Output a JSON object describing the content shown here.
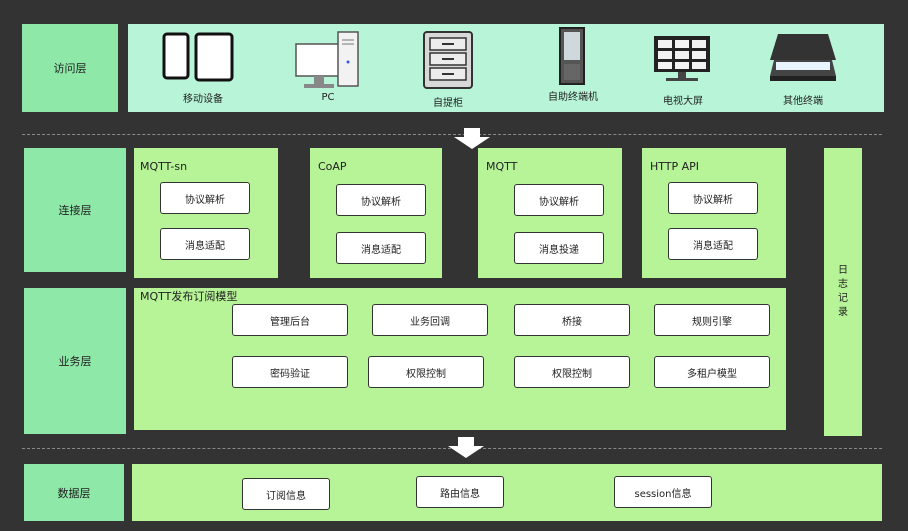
{
  "layers": {
    "access": "访问层",
    "connect": "连接层",
    "business": "业务层",
    "data": "数据层"
  },
  "devices": [
    {
      "label": "移动设备",
      "icon": "mobile-devices-icon"
    },
    {
      "label": "PC",
      "icon": "pc-icon"
    },
    {
      "label": "自提柜",
      "icon": "locker-cabinet-icon"
    },
    {
      "label": "自助终端机",
      "icon": "kiosk-terminal-icon"
    },
    {
      "label": "电视大屏",
      "icon": "tv-screen-icon"
    },
    {
      "label": "其他终端",
      "icon": "other-terminal-icon"
    }
  ],
  "protocols": [
    {
      "title": "MQTT-sn",
      "items": [
        "协议解析",
        "消息适配"
      ]
    },
    {
      "title": "CoAP",
      "items": [
        "协议解析",
        "消息适配"
      ]
    },
    {
      "title": "MQTT",
      "items": [
        "协议解析",
        "消息投递"
      ]
    },
    {
      "title": "HTTP API",
      "items": [
        "协议解析",
        "消息适配"
      ]
    }
  ],
  "business": {
    "title": "MQTT发布订阅模型",
    "row1": [
      "管理后台",
      "业务回调",
      "桥接",
      "规则引擎"
    ],
    "row2": [
      "密码验证",
      "权限控制",
      "权限控制",
      "多租户模型"
    ]
  },
  "log": "日志记录",
  "data_items": [
    "订阅信息",
    "路由信息",
    "session信息"
  ],
  "colors": {
    "background": "#333333",
    "layer_label": "#8ee8a8",
    "access_panel": "#b8f5d8",
    "green_box": "#b6f497"
  }
}
